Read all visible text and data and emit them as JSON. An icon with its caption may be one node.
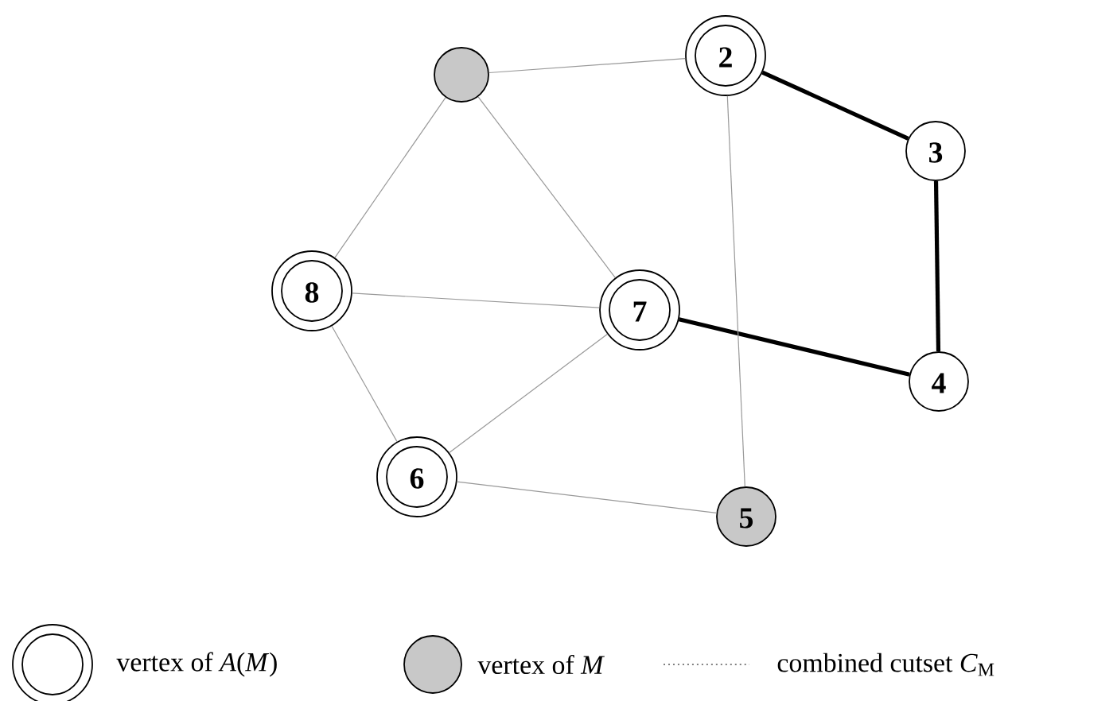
{
  "diagram": {
    "nodes": [
      {
        "text": [],
        "shape": "circle"
      },
      {
        "text": [
          "2"
        ]
      },
      {
        "text": [
          "3"
        ]
      },
      {
        "text": [
          "4"
        ]
      },
      {
        "text": [
          "7"
        ]
      },
      {
        "text": [
          "8"
        ]
      },
      {
        "text": [
          "6"
        ]
      },
      {
        "text": [
          "5"
        ]
      }
    ],
    "edges": [
      {
        "from": 0,
        "to": 1,
        "arrow": "none"
      },
      {
        "from": 0,
        "to": 5,
        "arrow": "none"
      },
      {
        "from": 0,
        "to": 4,
        "arrow": "none"
      },
      {
        "from": 1,
        "to": 2,
        "arrow": "none",
        "style": "thick",
        "color": "#000000"
      },
      {
        "from": 2,
        "to": 3,
        "arrow": "none",
        "style": "thick",
        "color": "#000000"
      },
      {
        "from": 4,
        "to": 3,
        "arrow": "none",
        "style": "thick",
        "color": "#000000"
      },
      {
        "from": 5,
        "to": 4,
        "arrow": "none"
      },
      {
        "from": 5,
        "to": 6,
        "arrow": "none"
      },
      {
        "from": 6,
        "to": 4,
        "arrow": "none"
      },
      {
        "from": 1,
        "to": 7,
        "arrow": "none"
      },
      {
        "from": 6,
        "to": 7,
        "arrow": "none"
      }
    ],
    "legend": [
      {
        "text": "vertex of *A*(*M*)"
      },
      {
        "text": "vertex of *M*",
        "color": "#c8c8c8"
      },
      {
        "text": "combined cutset *C*$_{M}$"
      }
    ]
  }
}
